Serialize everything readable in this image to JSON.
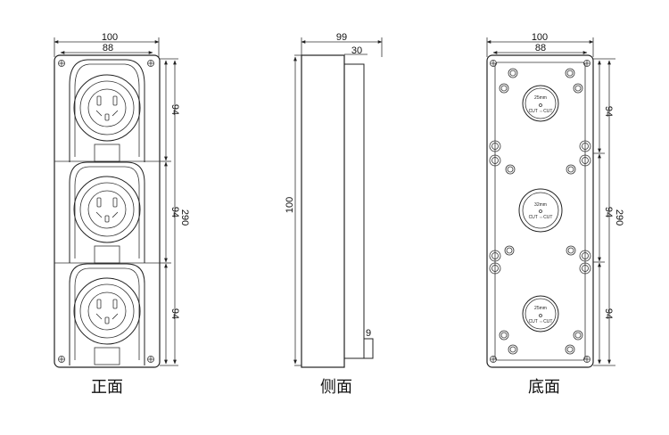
{
  "front_view": {
    "caption": "正面",
    "dim_outer_width": "100",
    "dim_inner_width": "88",
    "dim_section": [
      "94",
      "94",
      "94"
    ],
    "dim_total_height": "290"
  },
  "side_view": {
    "caption": "侧面",
    "dim_depth": "99",
    "dim_step": "30",
    "dim_height": "100",
    "dim_foot": "9"
  },
  "bottom_view": {
    "caption": "底面",
    "dim_outer_width": "100",
    "dim_inner_width": "88",
    "dim_section": [
      "94",
      "94",
      "94"
    ],
    "dim_total_height": "290",
    "port_labels": [
      {
        "size": "25mm",
        "text": "CUT ⇔CUT"
      },
      {
        "size": "32mm",
        "text": "CUT ⇔CUT"
      },
      {
        "size": "25mm",
        "text": "CUT ⇔CUT"
      }
    ]
  }
}
